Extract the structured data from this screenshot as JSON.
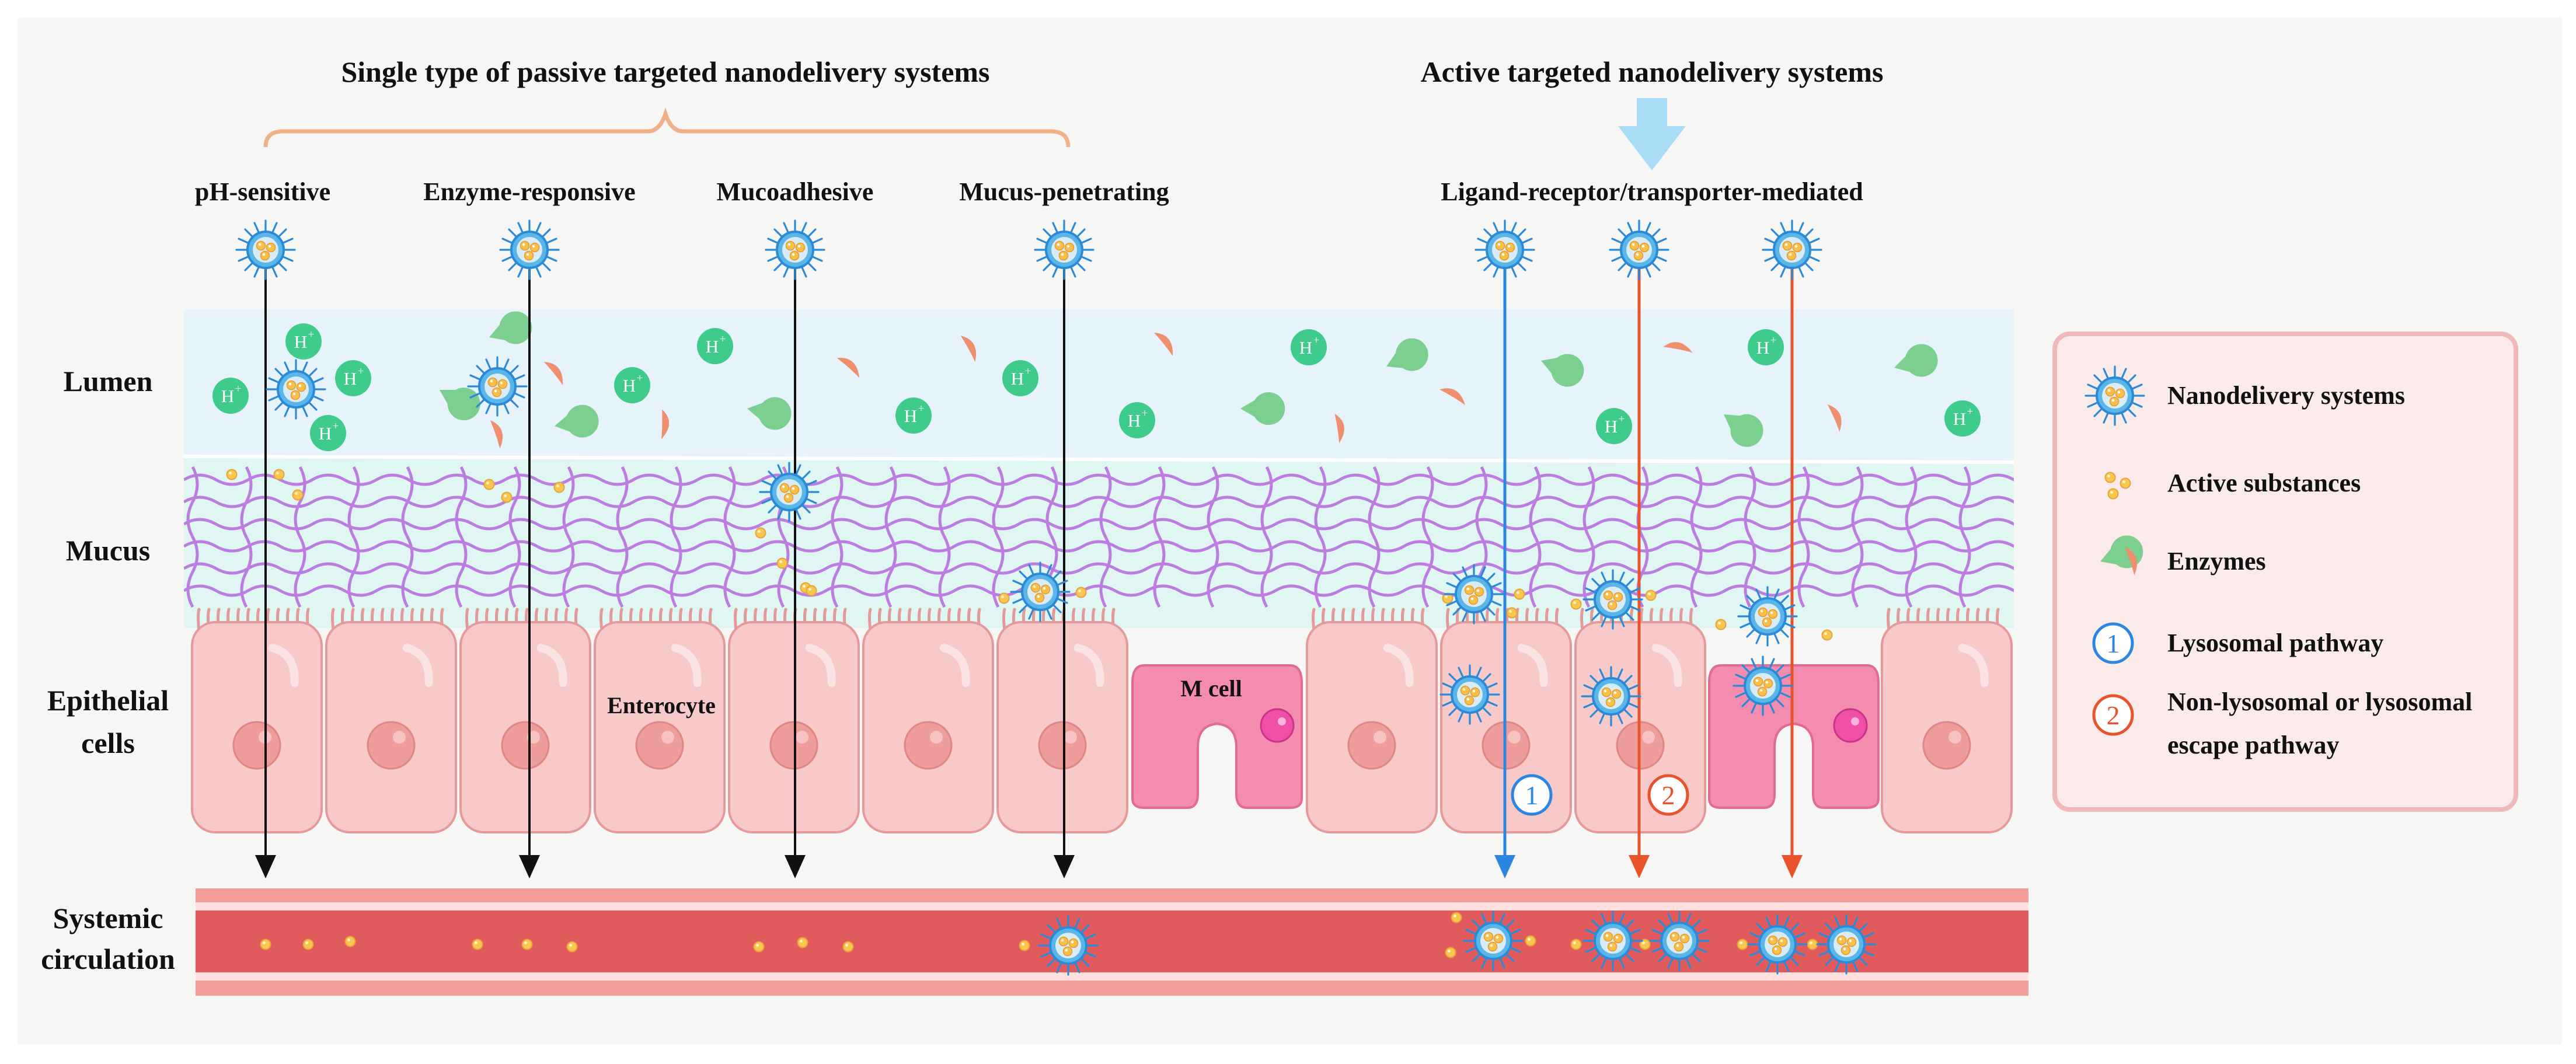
{
  "headings": {
    "passive_group": "Single type of passive targeted nanodelivery systems",
    "active_group": "Active targeted nanodelivery systems"
  },
  "routes": [
    {
      "label": "pH-sensitive",
      "arrow_color": "#111111"
    },
    {
      "label": "Enzyme-responsive",
      "arrow_color": "#111111"
    },
    {
      "label": "Mucoadhesive",
      "arrow_color": "#111111"
    },
    {
      "label": "Mucus-penetrating",
      "arrow_color": "#111111"
    },
    {
      "label": "Ligand-receptor/transporter-mediated"
    }
  ],
  "layers": {
    "lumen": "Lumen",
    "mucus": "Mucus",
    "epithelial_line1": "Epithelial",
    "epithelial_line2": "cells",
    "systemic_line1": "Systemic",
    "systemic_line2": "circulation"
  },
  "cell_labels": {
    "enterocyte": "Enterocyte",
    "m_cell": "M cell"
  },
  "ions": {
    "proton": "H",
    "charge": "+"
  },
  "pathway_markers": {
    "lysosomal": "1",
    "escape": "2"
  },
  "legend": {
    "items": [
      {
        "icon": "nanoparticle-icon",
        "label": "Nanodelivery systems"
      },
      {
        "icon": "active-substance-icon",
        "label": "Active substances"
      },
      {
        "icon": "enzyme-icon",
        "label": "Enzymes"
      },
      {
        "icon": "lysosomal-marker-icon",
        "marker": "1",
        "label": "Lysosomal pathway"
      },
      {
        "icon": "escape-marker-icon",
        "marker": "2",
        "label": "Non-lysosomal or lysosomal",
        "label2": "escape pathway"
      }
    ]
  },
  "colors": {
    "background": "#f6f6f4",
    "lumen": "#e6f3fb",
    "mucus": "#dff6f2",
    "mucin_fiber": "#bd7de0",
    "cell_fill": "#f7c9c9",
    "cell_stroke": "#e59a9a",
    "m_cell": "#f48cb0",
    "vessel_outer": "#f39d9b",
    "vessel_inner": "#e15b5d",
    "proton": "#3ecb8c",
    "enzyme_green": "#7ccf8e",
    "enzyme_orange": "#ee8f6e",
    "substance": "#f9c74f",
    "nano_core": "#5bb6e8",
    "lysosomal_arrow": "#2a86e0",
    "escape_arrow": "#e8532c",
    "bracket": "#f0b08a",
    "big_arrow": "#a9dcf6",
    "legend_fill": "#fbeaea",
    "legend_stroke": "#f0b9b9"
  }
}
